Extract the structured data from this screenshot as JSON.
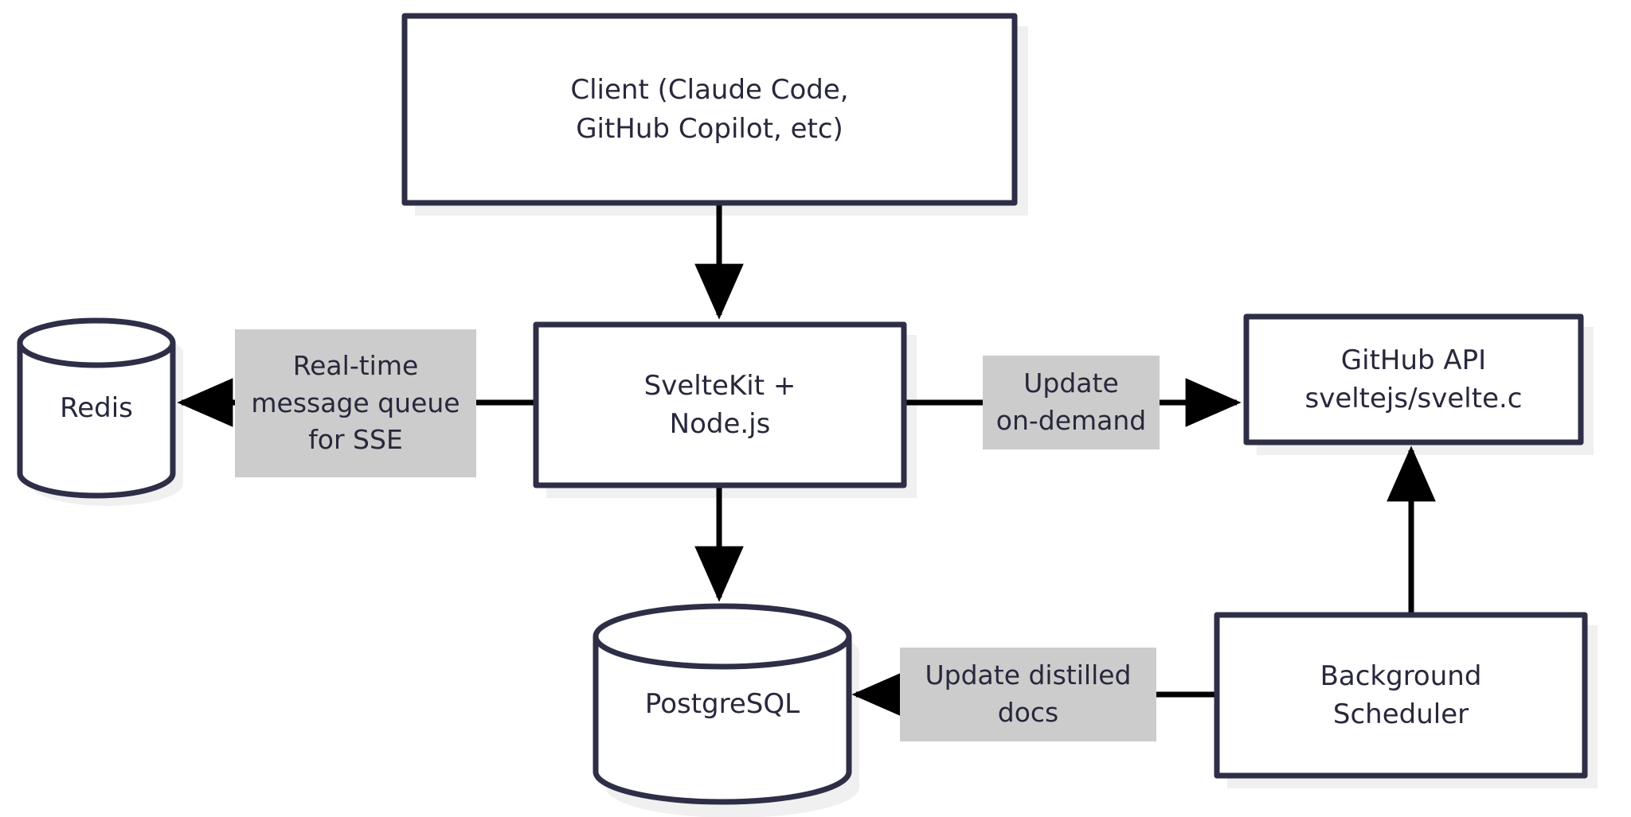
{
  "diagram": {
    "title": "System architecture flowchart",
    "colors": {
      "stroke": "#2e2e47",
      "arrow": "#000000",
      "node_fill": "#ffffff",
      "edge_label_fill": "#cccccc",
      "shadow": "#f0f0f0",
      "text": "#28283c",
      "background": "#ffffff"
    },
    "nodes": [
      {
        "id": "client",
        "shape": "rect",
        "lines": [
          "Client (Claude Code,",
          "GitHub Copilot, etc)"
        ]
      },
      {
        "id": "redis",
        "shape": "cylinder",
        "lines": [
          "Redis"
        ]
      },
      {
        "id": "sveltekit",
        "shape": "rect",
        "lines": [
          "SvelteKit +",
          "Node.js"
        ]
      },
      {
        "id": "github-api",
        "shape": "rect",
        "lines": [
          "GitHub API",
          "sveltejs/svelte.c"
        ]
      },
      {
        "id": "postgresql",
        "shape": "cylinder",
        "lines": [
          "PostgreSQL"
        ]
      },
      {
        "id": "background-scheduler",
        "shape": "rect",
        "lines": [
          "Background",
          "Scheduler"
        ]
      }
    ],
    "edges": [
      {
        "id": "client-to-sveltekit",
        "from": "client",
        "to": "sveltekit",
        "lines": []
      },
      {
        "id": "sveltekit-to-redis",
        "from": "sveltekit",
        "to": "redis",
        "lines": [
          "Real-time",
          "message queue",
          "for SSE"
        ]
      },
      {
        "id": "sveltekit-to-github-api",
        "from": "sveltekit",
        "to": "github-api",
        "lines": [
          "Update",
          "on-demand"
        ]
      },
      {
        "id": "sveltekit-to-postgresql",
        "from": "sveltekit",
        "to": "postgresql",
        "lines": []
      },
      {
        "id": "scheduler-to-postgresql",
        "from": "background-scheduler",
        "to": "postgresql",
        "lines": [
          "Update distilled",
          "docs"
        ]
      },
      {
        "id": "scheduler-to-github-api",
        "from": "background-scheduler",
        "to": "github-api",
        "lines": []
      }
    ]
  }
}
